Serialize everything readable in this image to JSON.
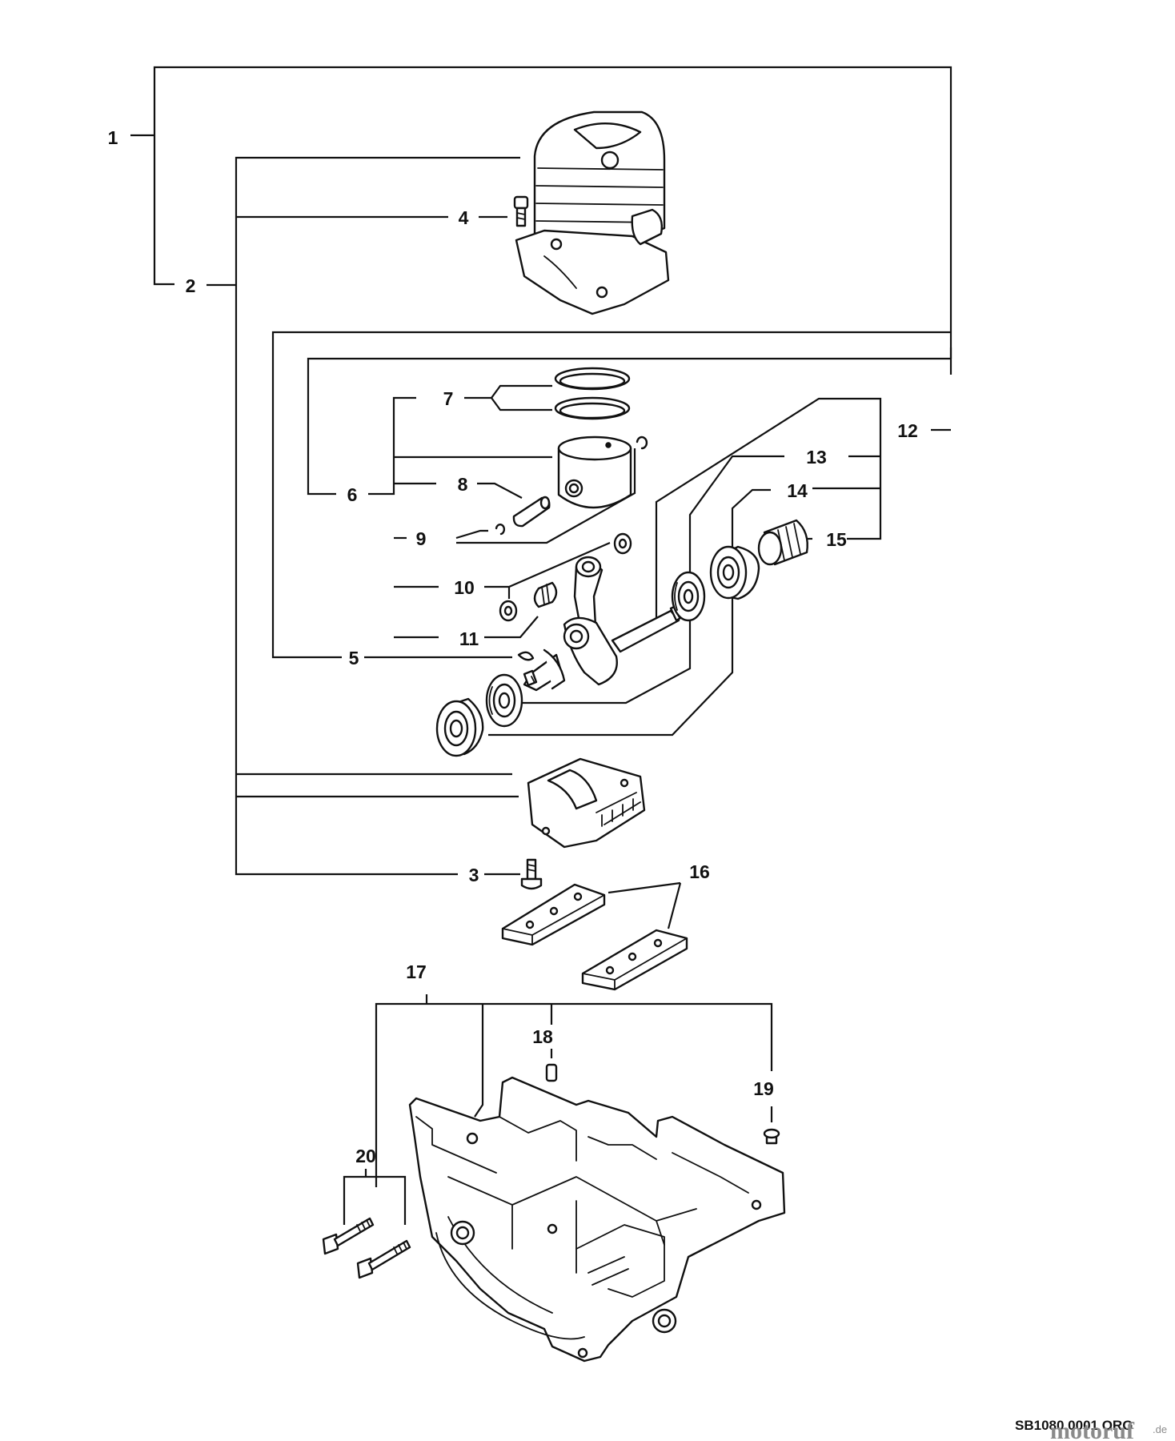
{
  "callouts": [
    "1",
    "2",
    "3",
    "4",
    "5",
    "6",
    "7",
    "8",
    "9",
    "10",
    "11",
    "12",
    "13",
    "14",
    "15",
    "16",
    "17",
    "18",
    "19",
    "20"
  ],
  "footer": {
    "drawing_code": "SB1080 0001 ORG",
    "watermark": "motoruf",
    "watermark_tld": ".de"
  }
}
